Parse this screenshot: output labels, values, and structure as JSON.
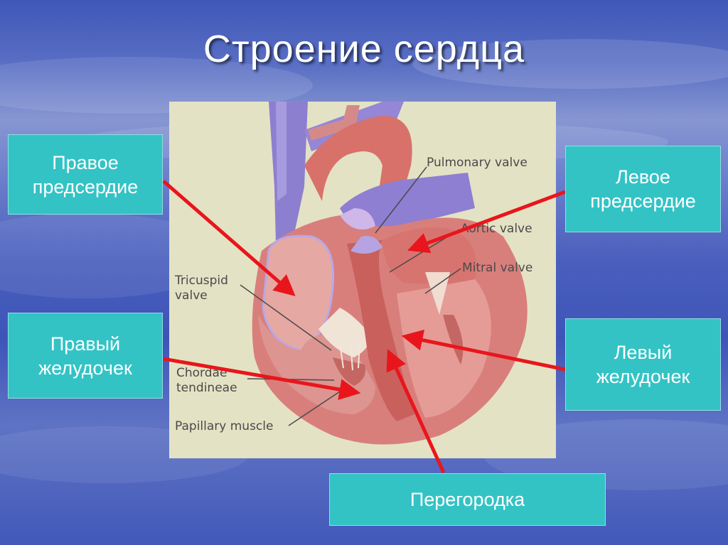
{
  "title": "Строение сердца",
  "callouts": {
    "right_atrium": [
      "Правое",
      "предсердие"
    ],
    "left_atrium": [
      "Левое",
      "предсердие"
    ],
    "right_ventricle": [
      "Правый",
      "желудочек"
    ],
    "left_ventricle": [
      "Левый",
      "желудочек"
    ],
    "septum": "Перегородка"
  },
  "figure_labels": {
    "pulmonary_valve": "Pulmonary valve",
    "aortic_valve": "Aortic valve",
    "mitral_valve": "Mitral valve",
    "tricuspid_valve": [
      "Tricuspid",
      "valve"
    ],
    "chordae_tendineae": [
      "Chordae",
      "tendineae"
    ],
    "papillary_muscle": "Papillary muscle"
  },
  "colors": {
    "callout_bg": "#33c3c5",
    "arrow": "#e8161c",
    "figure_bg": "#e4e2c4"
  }
}
